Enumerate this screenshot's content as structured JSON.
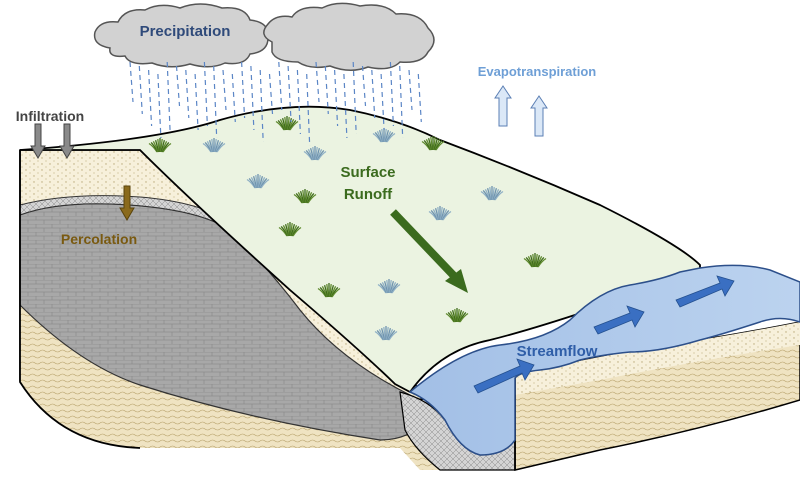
{
  "labels": {
    "precipitation": "Precipitation",
    "evapotranspiration": "Evapotranspiration",
    "infiltration": "Infiltration",
    "percolation": "Percolation",
    "surface_runoff_line1": "Surface",
    "surface_runoff_line2": "Runoff",
    "streamflow": "Streamflow"
  },
  "colors": {
    "precipitation_text": "#2f4a7a",
    "evapotranspiration_text": "#6e9fd6",
    "infiltration_text": "#444444",
    "percolation_text": "#7a5a10",
    "surface_runoff_text": "#3b6b1e",
    "streamflow_text": "#2f5ea8",
    "ground_surface": "#ebf3e1",
    "water": "#a9c6ea",
    "flow_arrow": "#3a6fc2",
    "runoff_arrow": "#3b6b1e",
    "rain": "#5b86c6",
    "cloud": "#d2d2d2",
    "bedrock": "#a9a9a9",
    "soil": "#f6efd9"
  },
  "icons": {
    "clouds": "rain-cloud-icon",
    "grass": "grass-tuft-icon",
    "blue_grass": "blue-grass-tuft-icon",
    "up_arrow": "evaporation-up-arrow-icon",
    "down_arrow": "infiltration-down-arrow-icon"
  }
}
